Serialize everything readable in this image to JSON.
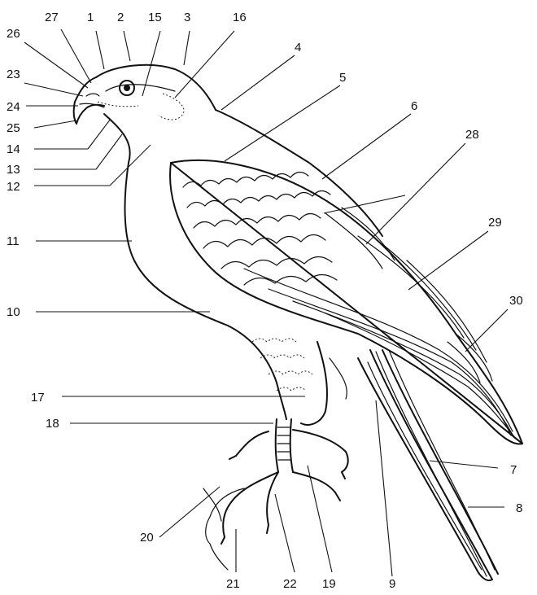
{
  "labels": {
    "l1": "1",
    "l2": "2",
    "l3": "3",
    "l4": "4",
    "l5": "5",
    "l6": "6",
    "l7": "7",
    "l8": "8",
    "l9": "9",
    "l10": "10",
    "l11": "11",
    "l12": "12",
    "l13": "13",
    "l14": "14",
    "l15": "15",
    "l16": "16",
    "l17": "17",
    "l18": "18",
    "l19": "19",
    "l20": "20",
    "l21": "21",
    "l22": "22",
    "l23": "23",
    "l24": "24",
    "l25": "25",
    "l26": "26",
    "l27": "27",
    "l28": "28",
    "l29": "29",
    "l30": "30"
  },
  "colors": {
    "ink": "#111111",
    "background": "#ffffff"
  },
  "subject": "bird-of-prey-topography-line-drawing"
}
